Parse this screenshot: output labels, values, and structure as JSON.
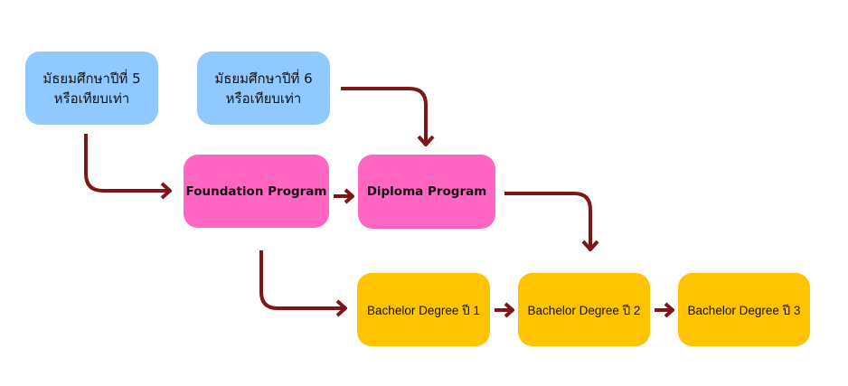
{
  "diagram": {
    "type": "flowchart",
    "colors": {
      "entry": "#8fc9ff",
      "program": "#ff66c4",
      "degree": "#ffc300",
      "arrow": "#7e1517"
    },
    "nodes": {
      "m5": {
        "line1": "มัธยมศึกษาปีที่ 5",
        "line2": "หรือเทียบเท่า"
      },
      "m6": {
        "line1": "มัธยมศึกษาปีที่ 6",
        "line2": "หรือเทียบเท่า"
      },
      "foundation": {
        "label": "Foundation Program"
      },
      "diploma": {
        "label": "Diploma Program"
      },
      "bachelor1": {
        "label": "Bachelor Degree ปี 1"
      },
      "bachelor2": {
        "label": "Bachelor Degree ปี 2"
      },
      "bachelor3": {
        "label": "Bachelor Degree ปี 3"
      }
    },
    "edges": [
      {
        "from": "m5",
        "to": "foundation"
      },
      {
        "from": "m6",
        "to": "diploma"
      },
      {
        "from": "foundation",
        "to": "diploma"
      },
      {
        "from": "foundation",
        "to": "bachelor1"
      },
      {
        "from": "diploma",
        "to": "bachelor2"
      },
      {
        "from": "bachelor1",
        "to": "bachelor2"
      },
      {
        "from": "bachelor2",
        "to": "bachelor3"
      }
    ]
  }
}
